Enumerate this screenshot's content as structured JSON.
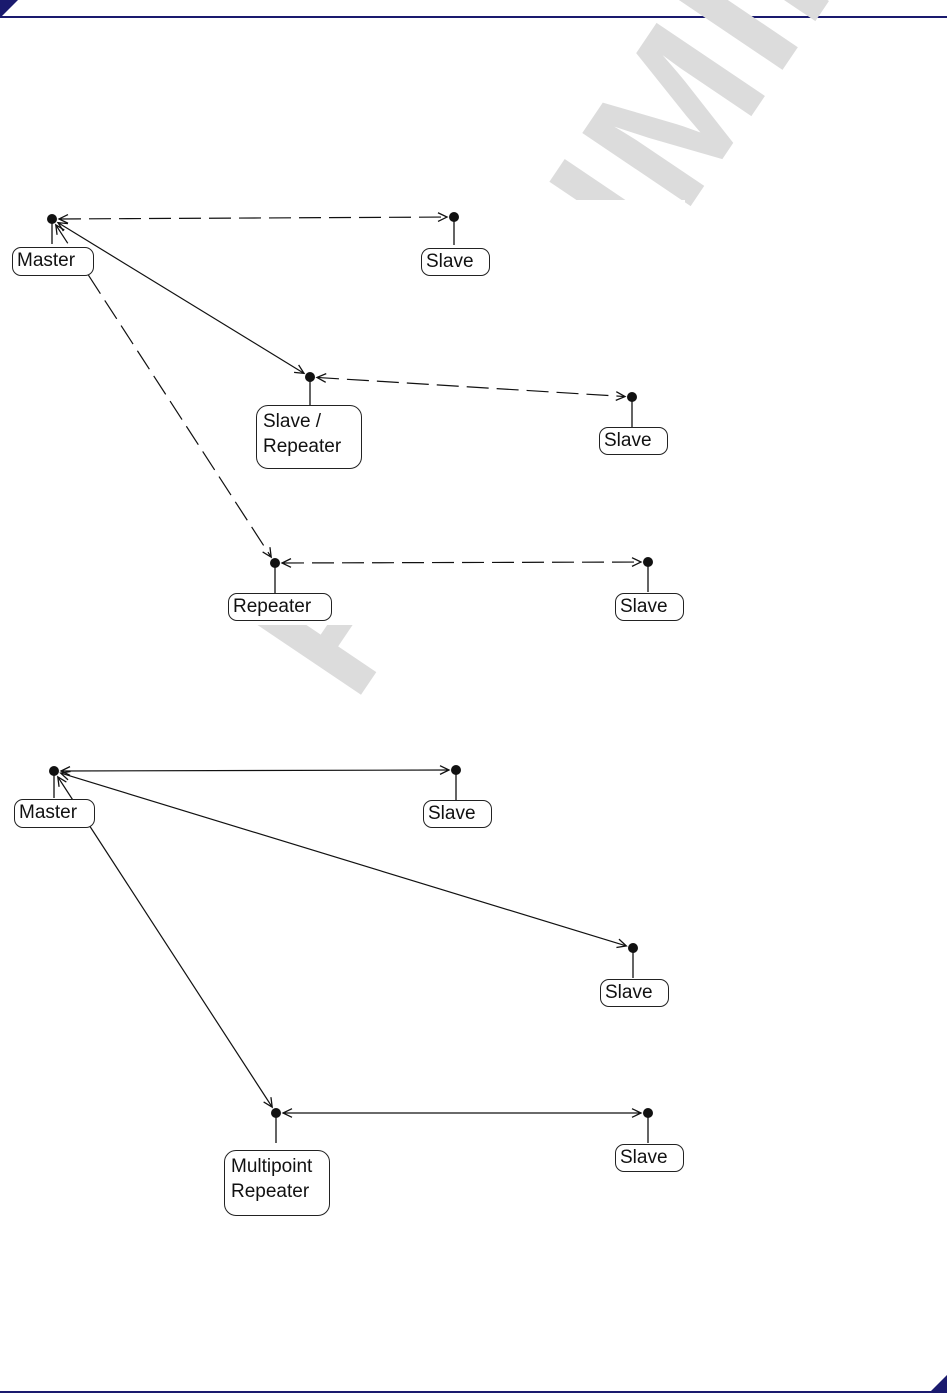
{
  "diagrams": [
    {
      "id": "repeater-network",
      "nodes": [
        {
          "id": "master",
          "label": "Master"
        },
        {
          "id": "slave-1",
          "label": "Slave"
        },
        {
          "id": "slave-repeater",
          "label": "Slave /\nRepeater"
        },
        {
          "id": "slave-2",
          "label": "Slave"
        },
        {
          "id": "repeater",
          "label": "Repeater"
        },
        {
          "id": "slave-3",
          "label": "Slave"
        }
      ],
      "links": [
        {
          "from": "master",
          "to": "slave-1",
          "style": "dashed"
        },
        {
          "from": "master",
          "to": "slave-repeater",
          "style": "solid"
        },
        {
          "from": "slave-repeater",
          "to": "slave-2",
          "style": "dashed"
        },
        {
          "from": "master",
          "to": "repeater",
          "style": "dashed"
        },
        {
          "from": "repeater",
          "to": "slave-3",
          "style": "dashed"
        }
      ]
    },
    {
      "id": "multipoint-network",
      "nodes": [
        {
          "id": "master",
          "label": "Master"
        },
        {
          "id": "slave-1",
          "label": "Slave"
        },
        {
          "id": "slave-2",
          "label": "Slave"
        },
        {
          "id": "multipoint-repeater",
          "label": "Multipoint\nRepeater"
        },
        {
          "id": "slave-3",
          "label": "Slave"
        }
      ],
      "links": [
        {
          "from": "master",
          "to": "slave-1",
          "style": "solid"
        },
        {
          "from": "master",
          "to": "slave-2",
          "style": "solid"
        },
        {
          "from": "master",
          "to": "multipoint-repeater",
          "style": "solid"
        },
        {
          "from": "multipoint-repeater",
          "to": "slave-3",
          "style": "solid"
        }
      ]
    }
  ],
  "watermark": "PRELIMINARY",
  "colors": {
    "header_rule": "#1a1a6e",
    "watermark": "#dcdcdc",
    "line": "#111111"
  }
}
